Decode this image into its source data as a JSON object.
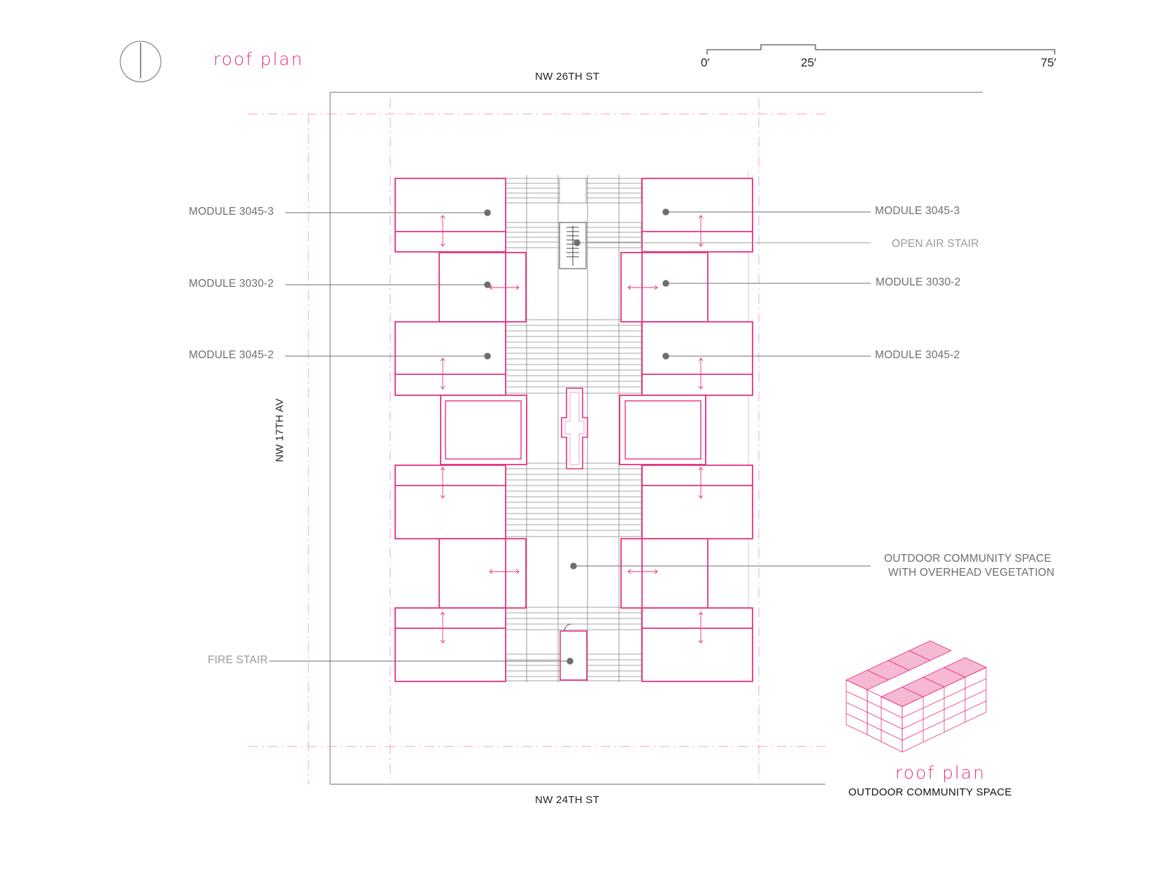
{
  "plan_title": "roof plan",
  "scale": {
    "ticks": [
      "0′",
      "25′",
      "75′"
    ]
  },
  "streets": {
    "north": "NW 26TH ST",
    "south": "NW 24TH ST",
    "west": "NW 17TH AV"
  },
  "labels": {
    "left_module_3045_3": "MODULE 3045-3",
    "left_module_3030_2": "MODULE 3030-2",
    "left_module_3045_2": "MODULE 3045-2",
    "fire_stair": "FIRE STAIR",
    "right_module_3045_3": "MODULE 3045-3",
    "open_air_stair": "OPEN AIR STAIR",
    "right_module_3030_2": "MODULE 3030-2",
    "right_module_3045_2": "MODULE 3045-2",
    "outdoor_space_line1": "OUTDOOR COMMUNITY SPACE",
    "outdoor_space_line2": "WITH OVERHEAD VEGETATION"
  },
  "inset": {
    "title": "roof plan",
    "caption": "OUTDOOR COMMUNITY SPACE"
  },
  "colors": {
    "magenta": "#e6317f",
    "light_magenta": "#f3a6c6",
    "gray_line": "#8a8a8a",
    "dark_line": "#444444",
    "text_gray": "#6e6e6e"
  },
  "icons": {
    "north_arrow": "north-arrow-icon",
    "axonometric": "axonometric-building-icon"
  }
}
